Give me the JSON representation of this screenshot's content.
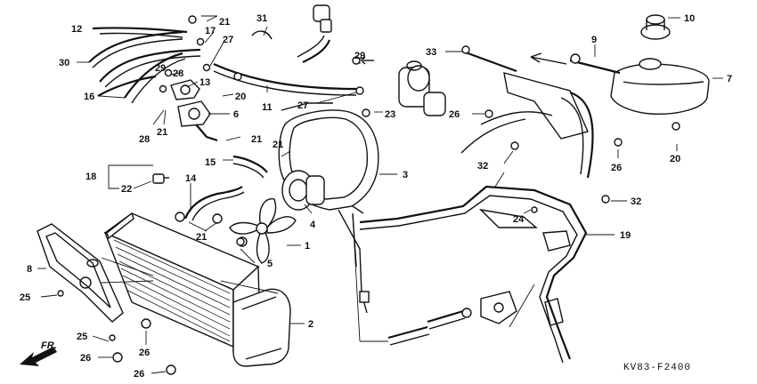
{
  "diagram_code": "KV83-F2400",
  "front_indicator": "FR.",
  "callouts": [
    {
      "id": "c12a",
      "label": "12"
    },
    {
      "id": "c30",
      "label": "30"
    },
    {
      "id": "c16",
      "label": "16"
    },
    {
      "id": "c21a",
      "label": "21"
    },
    {
      "id": "c17",
      "label": "17"
    },
    {
      "id": "c27a",
      "label": "27"
    },
    {
      "id": "c31",
      "label": "31"
    },
    {
      "id": "c29a",
      "label": "29"
    },
    {
      "id": "c28a",
      "label": "28"
    },
    {
      "id": "c13",
      "label": "13"
    },
    {
      "id": "c20a",
      "label": "20"
    },
    {
      "id": "c6",
      "label": "6"
    },
    {
      "id": "c28b",
      "label": "28"
    },
    {
      "id": "c21b",
      "label": "21"
    },
    {
      "id": "c21c",
      "label": "21"
    },
    {
      "id": "c11",
      "label": "11"
    },
    {
      "id": "c27b",
      "label": "27"
    },
    {
      "id": "c29b",
      "label": "29"
    },
    {
      "id": "c23",
      "label": "23"
    },
    {
      "id": "c33",
      "label": "33"
    },
    {
      "id": "c9",
      "label": "9"
    },
    {
      "id": "c10",
      "label": "10"
    },
    {
      "id": "c7",
      "label": "7"
    },
    {
      "id": "c26a",
      "label": "26"
    },
    {
      "id": "c20b",
      "label": "20"
    },
    {
      "id": "c21d",
      "label": "21"
    },
    {
      "id": "c15",
      "label": "15"
    },
    {
      "id": "c3",
      "label": "3"
    },
    {
      "id": "c18",
      "label": "18"
    },
    {
      "id": "c22",
      "label": "22"
    },
    {
      "id": "c14",
      "label": "14"
    },
    {
      "id": "c32a",
      "label": "32"
    },
    {
      "id": "c26b",
      "label": "26"
    },
    {
      "id": "c4",
      "label": "4"
    },
    {
      "id": "c21e",
      "label": "21"
    },
    {
      "id": "c1",
      "label": "1"
    },
    {
      "id": "c5",
      "label": "5"
    },
    {
      "id": "c8",
      "label": "8"
    },
    {
      "id": "c25a",
      "label": "25"
    },
    {
      "id": "c24",
      "label": "24"
    },
    {
      "id": "c32b",
      "label": "32"
    },
    {
      "id": "c19",
      "label": "19"
    },
    {
      "id": "c2",
      "label": "2"
    },
    {
      "id": "c25b",
      "label": "25"
    },
    {
      "id": "c26c",
      "label": "26"
    },
    {
      "id": "c26d",
      "label": "26"
    },
    {
      "id": "c26e",
      "label": "26"
    }
  ]
}
